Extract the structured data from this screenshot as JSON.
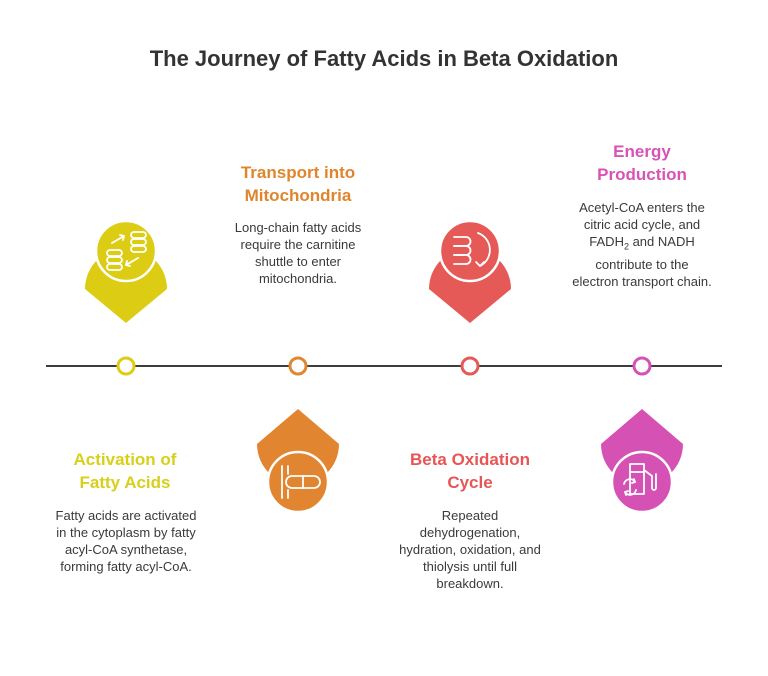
{
  "title": "The Journey of Fatty Acids in Beta Oxidation",
  "colors": {
    "yellow": "#dccd14",
    "orange": "#e28531",
    "red": "#e55a56",
    "pink": "#d552b4",
    "timeline": "#3d3d3d"
  },
  "steps": [
    {
      "title_line1": "Activation of",
      "title_line2": "Fatty Acids",
      "desc_line1": "Fatty acids are activated",
      "desc_line2": "in the cytoplasm by fatty",
      "desc_line3": "acyl-CoA synthetase,",
      "desc_line4": "forming fatty acyl-CoA.",
      "icon": "database-transfer-icon"
    },
    {
      "title_line1": "Transport into",
      "title_line2": "Mitochondria",
      "desc_line1": "Long-chain fatty acids",
      "desc_line2": "require the carnitine",
      "desc_line3": "shuttle to enter",
      "desc_line4": "mitochondria.",
      "icon": "transport-capsule-icon"
    },
    {
      "title_line1": "Beta Oxidation",
      "title_line2": "Cycle",
      "desc_line1": "Repeated",
      "desc_line2": "dehydrogenation,",
      "desc_line3": "hydration, oxidation, and",
      "desc_line4": "thiolysis until full",
      "desc_line5": "breakdown.",
      "icon": "cycle-layers-icon"
    },
    {
      "title_line1": "Energy",
      "title_line2": "Production",
      "desc_line1": "Acetyl-CoA enters the",
      "desc_line2_a": "citric acid cycle, and",
      "desc_line3_a": "FADH",
      "desc_line3_sub": "2",
      "desc_line3_b": " and NADH",
      "desc_line4": "contribute to the",
      "desc_line5": "electron transport chain.",
      "icon": "fuel-pump-recycle-icon"
    }
  ]
}
